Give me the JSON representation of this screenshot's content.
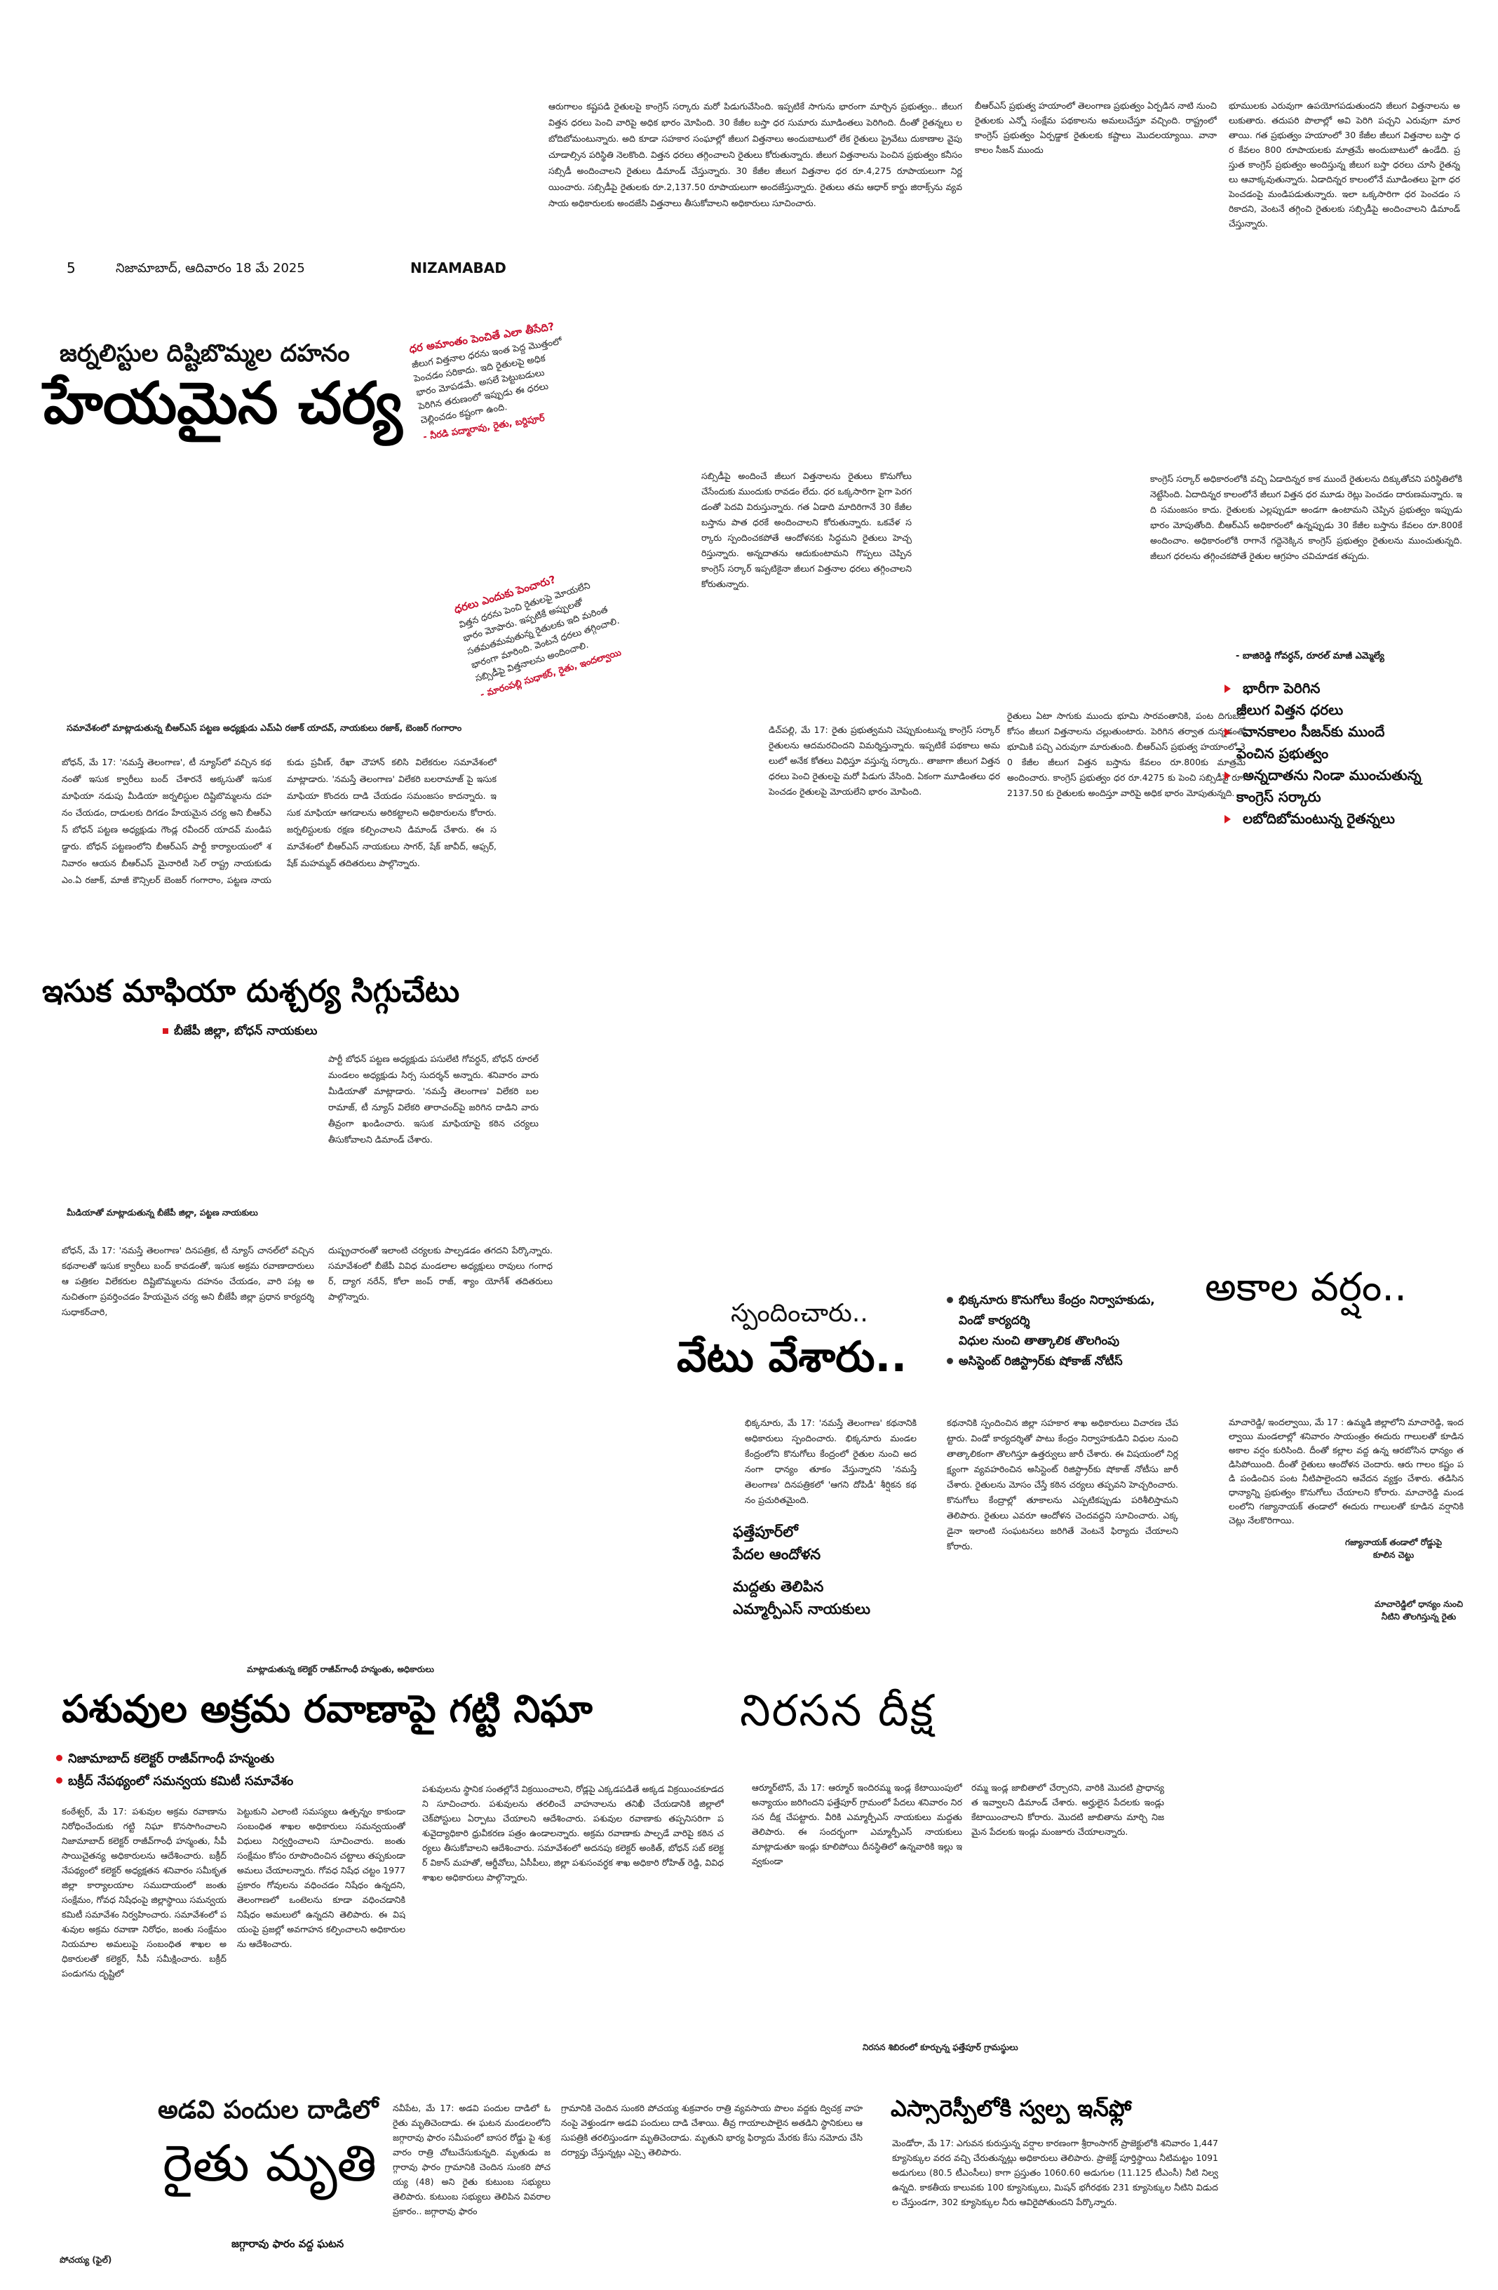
{
  "masthead": {
    "page_no": "5",
    "date": "నిజామాబాద్, ఆదివారం 18 మే 2025",
    "edition": "NIZAMABAD"
  },
  "top": {
    "col1": "ఆరుగాలం కష్టపడి రైతులపై కాంగ్రెస్ సర్కారు మరో పిడుగువేసింది. ఇప్పటికే సాగును భారంగా మార్చిన ప్రభుత్వం.. జీలుగ విత్తన ధరలు పెంచి వారిపై అధిక భారం మోపింది. 30 కేజీల బస్తా ధర సుమారు మూడింతలు పెరిగింది. దీంతో రైతన్నలు లబోదిబోమంటున్నారు. అది కూడా సహకార సంఘాల్లో జీలుగ విత్తనాలు అందుబాటులో లేక రైతులు ప్రైవేటు దుకాణాల వైపు చూడాల్సిన పరిస్థితి నెలకొంది. విత్తన ధరలు తగ్గించాలని రైతులు కోరుతున్నారు. జీలుగ విత్తనాలను పెంచిన ప్రభుత్వం కనీసం సబ్సిడీ అందించాలని రైతులు డిమాండ్ చేస్తున్నారు. 30 కేజీల జీలుగ విత్తనాల ధర రూ.4,275 రూపాయలుగా నిర్ణయించారు. సబ్సిడీపై రైతులకు రూ.2,137.50 రూపాయలుగా అందజేస్తున్నారు. రైతులు తమ ఆధార్ కార్డు జిరాక్స్‌ను వ్యవసాయ అధికారులకు అందజేసి విత్తనాలు తీసుకోవాలని అధికారులు సూచించారు.",
    "col2": "బీఆర్ఎస్ ప్రభుత్వ హయాంలో తెలంగాణ ప్రభుత్వం ఏర్పడిన నాటి నుంచి రైతులకు ఎన్నో సంక్షేమ పథకాలను అమలుచేస్తూ వచ్చింది. రాష్ట్రంలో కాంగ్రెస్ ప్రభుత్వం ఏర్పడ్డాక రైతులకు కష్టాలు మొదలయ్యాయి. వానా కాలం సీజన్ ముందు",
    "col3": "భూములకు ఎరువుగా ఉపయోగపడుతుందని జీలుగ విత్తనాలను అలుకుతారు. తదుపరి పొలాల్లో అవి పెరిగి పచ్చని ఎరువుగా మారతాయి. గత ప్రభుత్వం హయాంలో 30 కేజీల జీలుగ విత్తనాల బస్తా ధర కేవలం 800 రూపాయలకు మాత్రమే అందుబాటులో ఉండేది. ప్రస్తుత కాంగ్రెస్ ప్రభుత్వం అందిస్తున్న జీలుగ బస్తా ధరలు చూసి రైతన్నలు ఆవాక్కవుతున్నారు. ఏడాదిన్నర కాలంలోనే మూడింతలు పైగా ధర పెంచడంపై మండిపడుతున్నారు. ఇలా ఒక్కసారిగా ధర పెంచడం సరికాదని, వెంటనే తగ్గించి రైతులకు సబ్సిడీపై అందించాలని డిమాండ్ చేస్తున్నారు."
  },
  "dahanam": {
    "kicker": "జర్నలిస్టుల దిష్టిబొమ్మల దహనం",
    "headline": "హేయమైన చర్య",
    "photo_caption": "సమావేశంలో మాట్లాడుతున్న బీఆర్ఎస్ పట్టణ అధ్యక్షుడు ఎమ్‌ఏ రజాక్ యాదవ్, నాయకులు రజాక్, బెంజర్ గంగారాం",
    "body": "బోధన్, మే 17: 'నమస్తే తెలంగాణ', టీ న్యూస్‌లో వచ్చిన కథనంతో ఇసుక క్వారీలు బంద్ చేశారనే అక్కసుతో ఇసుక మాఫియా నడుపు మీడియా జర్నలిస్టుల దిష్టిబొమ్మలను దహనం చేయడం, దాడులకు దిగడం హేయమైన చర్య అని బీఆర్ఎస్ బోధన్ పట్టణ అధ్యక్షుడు గౌండ్ల రవీందర్ యాదవ్ మండిపడ్డారు. బోధన్ పట్టణంలోని బీఆర్ఎస్ పార్టీ కార్యాలయంలో శనివారం ఆయన బీఆర్ఎస్ మైనారిటీ సెల్ రాష్ట్ర నాయకుడు ఎం.ఏ రజాక్, మాజీ కౌన్సిలర్ బెంజర్ గంగారాం, పట్టణ నాయకుడు ప్రవీణ్, రేఖా చౌహాన్ కలిసి విలేకరుల సమావేశంలో మాట్లాడారు. 'నమస్తే తెలంగాణ' విలేకరి బలరామాజ్ పై ఇసుక మాఫియా కొందరు దాడి చేయడం సమంజసం కాదన్నారు. ఇసుక మాఫియా ఆగడాలను అరికట్టాలని అధికారులను కోరారు. జర్నలిస్టులకు రక్షణ కల్పించాలని డిమాండ్ చేశారు. ఈ సమావేశంలో బీఆర్ఎస్ నాయకులు సాగర్, షేక్ జావీద్, ఆఫ్సర్, షేక్ మహమ్మద్ తదితరులు పాల్గొన్నారు."
  },
  "quotes": [
    {
      "title": "ధర అమాంతం పెంచితే ఎలా తీసేది?",
      "text": "జీలుగ విత్తనాల ధరను ఇంత పెద్ద మొత్తంలో పెంచడం సరికాదు. ఇది రైతులపై అధిక భారం మోపడమే. అసలే పెట్టుబడులు పెరిగిన తరుణంలో ఇప్పుడు ఈ ధరలు చెల్లించడం కష్టంగా ఉంది.",
      "signature": "- నీరడి పద్మారావు, రైతు, బర్దిపూర్"
    },
    {
      "title": "ధరలు ఎందుకు పెంచారు?",
      "text": "విత్తన ధరను పెంచి రైతులపై మోయలేని భారం మోపారు. ఇప్పటికే అప్పులతో సతమతమవుతున్న రైతులకు ఇది మరింత భారంగా మారింది. వెంటనే ధరలు తగ్గించాలి. సబ్సిడీపై విత్తనాలను అందించాలి.",
      "signature": "- మారంపల్లి సుధాకర్, రైతు, ఇందల్వాయి"
    }
  ],
  "jeeluga": {
    "col_a": "సబ్సిడీపై అందించే జీలుగ విత్తనాలను రైతులు కొనుగోలు చేసేందుకు ముందుకు రావడం లేదు. ధర ఒక్కసారిగా పైగా పెరగడంతో పెదవి విరుస్తున్నారు. గత ఏడాది మాదిరిగానే 30 కేజీల బస్తాను పాత ధరకే అందించాలని కోరుతున్నారు. ఒకవేళ సర్కారు స్పందించకపోతే ఆందోళనకు సిద్ధమని రైతులు హెచ్చరిస్తున్నారు. అన్నదాతను ఆదుకుంటామని గొప్పలు చెప్పిన కాంగ్రెస్ సర్కార్ ఇప్పటికైనా జీలుగ విత్తనాల ధరలు తగ్గించాలని కోరుతున్నారు.",
    "col_b": "డిచ్‌పల్లి, మే 17: రైతు ప్రభుత్వమని చెప్పుకుంటున్న కాంగ్రెస్ సర్కార్ రైతులను ఆదమరచిందని విమర్శిస్తున్నారు. ఇప్పటికే పథకాలు అమలులో అనేక కోతలు విధిస్తూ వస్తున్న సర్కారు.. తాజాగా జీలుగ విత్తన ధరలు పెంచి రైతులపై మరో పిడుగు వేసింది. ఏకంగా మూడింతలు ధర పెంచడం రైతులపై మోయలేని భారం మోపింది.",
    "col_c": "రైతులు ఏటా సాగుకు ముందు భూమి సారవంతానికి, పంట దిగుబడి కోసం జీలుగ విత్తనాలను చల్లుతుంటారు. పెరిగిన తర్వాత దున్నడంతో భూమికి పచ్చి ఎరువుగా మారుతుంది. బీఆర్ఎస్ ప్రభుత్వ హయాంలో 30 కేజీల జీలుగ విత్తన బస్తాను కేవలం రూ.800కు మాత్రమే అందించారు. కాంగ్రెస్ ప్రభుత్వం ధర రూ.4275 కు పెంచి సబ్సిడీపై రూ.2137.50 కు రైతులకు అందిస్తూ వారిపై అధిక భారం మోపుతున్నది.",
    "col_d": "కాంగ్రెస్ సర్కార్ అధికారంలోకి వచ్చి ఏడాదిన్నర కాక ముందే రైతులను దిక్కుతోచని పరిస్థితిలోకి నెట్టేసింది. ఏదాదిన్నర కాలంలోనే జీలుగ విత్తన ధర మూడు రెట్లు పెంచడం దారుణమన్నారు. ఇది సమంజసం కాదు. రైతులకు ఎల్లప్పుడూ అండగా ఉంటామని చెప్పిన ప్రభుత్వం ఇప్పుడు భారం మోపుతోంది. బీఆర్ఎస్ అధికారంలో ఉన్నప్పుడు 30 కేజీల బస్తాను కేవలం రూ.800కే అందించాం. అధికారంలోకి రాగానే గద్దెనెక్కిన కాంగ్రెస్ ప్రభుత్వం రైతులను ముంచుతున్నది. జీలుగ ధరలను తగ్గించకపోతే రైతుల ఆగ్రహం చవిచూడక తప్పదు.",
    "signature": "- బాజిరెడ్డి గోవర్ధన్, రూరల్ మాజీ ఎమ్మెల్యే",
    "bullets": [
      "భారీగా పెరిగిన",
      "జీలుగ విత్తన ధరలు",
      "వానకాలం సీజన్‌కు ముందే",
      "పెంచిన ప్రభుత్వం",
      "అన్నదాతను నిండా ముంచుతున్న",
      "కాంగ్రెస్ సర్కారు",
      "లబోదిబోమంటున్న రైతన్నలు"
    ]
  },
  "isuka": {
    "headline": "ఇసుక మాఫియా దుశ్చర్య సిగ్గుచేటు",
    "sub": "బీజేపీ జిల్లా, బోధన్ నాయకులు",
    "col_right": "పార్టీ బోధన్ పట్టణ అధ్యక్షుడు పసులేటి గోవర్ధన్, బోధన్ రూరల్ మండలం అధ్యక్షుడు సిర్స సుదర్శన్ అన్నారు. శనివారం వారు మీడియాతో మాట్లాడారు. 'నమస్తే తెలంగాణ' విలేకరి బలరామాజ్, టీ న్యూస్ విలేకరి తారాచంద్‌పై జరిగిన దాడిని వారు తీవ్రంగా ఖండించారు. ఇసుక మాఫియాపై కఠిన చర్యలు తీసుకోవాలని డిమాండ్ చేశారు.",
    "caption": "మీడియాతో మాట్లాడుతున్న బీజేపీ జిల్లా, పట్టణ నాయకులు",
    "col_left": "బోధన్, మే 17: 'నమస్తే తెలంగాణ' దినపత్రిక, టీ న్యూస్ చానల్‌లో వచ్చిన కథనాలతో ఇసుక క్వారీలు బంద్ కావడంతో, ఇసుక అక్రమ రవాణాదారులు ఆ పత్రికల విలేకరుల దిష్టిబొమ్మలను దహనం చేయడం, వారి పట్ల అనుచితంగా ప్రవర్తించడం హేయమైన చర్య అని బీజేపీ జిల్లా ప్రధాన కార్యదర్శి సుధాకర్‌చారి,",
    "col_mid": "దుష్ప్రచారంతో ఇలాంటి చర్యలకు పాల్పడడం తగదని పేర్కొన్నారు. సమావేశంలో బీజేపీ వివిధ మండలాల అధ్యక్షులు రావులు గంగాధర్, ద్యాగ నరేన్, కోలా జంప్ రాజ్, శ్యాం యోగేశ్ తదితరులు పాల్గొన్నారు."
  },
  "vetu": {
    "kicker": "స్పందించారు..",
    "headline": "వేటు వేశారు..",
    "bullets": [
      "భిక్కనూరు కొనుగోలు కేంద్రం నిర్వాహకుడు, విండో కార్యదర్శి",
      "విధుల నుంచి తాత్కాలిక తొలగింపు",
      "అసిస్టెంట్ రిజిస్ట్రార్‌కు షోకాజ్ నోటీస్"
    ],
    "col_left": "భిక్కనూరు, మే 17: 'నమస్తే తెలంగాణ' కథనానికి అధికారులు స్పందించారు. భిక్కనూరు మండల కేంద్రంలోని కొనుగోలు కేంద్రంలో రైతుల నుంచి అదనంగా ధాన్యం తూకం వేస్తున్నారని 'నమస్తే తెలంగాణ' దినపత్రికలో 'ఆగని దోపిడీ' శీర్షికన కథనం ప్రచురితమైంది.",
    "col_right": "కథనానికి స్పందించిన జిల్లా సహకార శాఖ అధికారులు విచారణ చేపట్టారు. విండో కార్యదర్శితో పాటు కేంద్రం నిర్వాహకుడిని విధుల నుంచి తాత్కాలికంగా తొలగిస్తూ ఉత్తర్వులు జారీ చేశారు. ఈ విషయంలో నిర్లక్ష్యంగా వ్యవహరించిన అసిస్టెంట్ రిజిస్ట్రార్‌కు షోకాజ్ నోటీసు జారీ చేశారు. రైతులను మోసం చేస్తే కఠిన చర్యలు తప్పవని హెచ్చరించారు. కొనుగోలు కేంద్రాల్లో తూకాలను ఎప్పటికప్పుడు పరిశీలిస్తామని తెలిపారు. రైతులు ఎవరూ ఆందోళన చెందవద్దని సూచించారు. ఎక్కడైనా ఇలాంటి సంఘటనలు జరిగితే వెంటనే ఫిర్యాదు చేయాలని కోరారు."
  },
  "side_story": {
    "title_lines": [
      "ఫత్తేపూర్‌లో",
      "పేదల ఆందోళన",
      "మద్దతు తెలిపిన",
      "ఎమ్మార్పీఎస్ నాయకులు"
    ]
  },
  "akala": {
    "headline": "అకాల వర్షం..",
    "body": "మాచారెడ్డి/ ఇందల్వాయి, మే 17 : ఉమ్మడి జిల్లాలోని మాచారెడ్డి, ఇందల్వాయి మండలాల్లో శనివారం సాయంత్రం ఈదురు గాలులతో కూడిన అకాల వర్షం కురిసింది. దీంతో కల్లాల వద్ద ఉన్న ఆరబోసిన ధాన్యం తడిసిపోయింది. దీంతో రైతులు ఆందోళన చెందారు. ఆరు గాలం కష్టం పడి పండించిన పంట నీటిపాలైందని ఆవేదన వ్యక్తం చేశారు. తడిసిన ధాన్యాన్ని ప్రభుత్వం కొనుగోలు చేయాలని కోరారు. మాచారెడ్డి మండలంలోని గజ్యానాయక్ తండాలో ఈదురు గాలులతో కూడిన వర్షానికి చెట్లు నేలకొరిగాయి.",
    "caption1": "గజ్యానాయక్ తండాలో రోడ్డుపై కూలిన చెట్టు",
    "caption2": "మాచారెడ్డిలో ధాన్యం నుంచి నీటిని తొలగిస్తున్న రైతు"
  },
  "pashuvula": {
    "caption": "మాట్లాడుతున్న కలెక్టర్ రాజీవ్‌గాంధీ హన్మంతు, అధికారులు",
    "headline": "పశువుల అక్రమ రవాణాపై గట్టి నిఘా",
    "bullets": [
      "నిజామాబాద్ కలెక్టర్ రాజీవ్‌గాంధీ హన్మంతు",
      "బక్రీద్ నేపథ్యంలో సమన్వయ కమిటీ సమావేశం"
    ],
    "col1": "కంఠేశ్వర్, మే 17: పశువుల అక్రమ రవాణాను నిరోధించేందుకు గట్టి నిఘా కొనసాగించాలని నిజామాబాద్ కలెక్టర్ రాజీవ్‌గాంధీ హన్మంతు, సీపీ సాయిచైతన్య అధికారులను ఆదేశించారు. బక్రీద్ నేపథ్యంలో కలెక్టర్ అధ్యక్షతన శనివారం సమీకృత జిల్లా కార్యాలయాల సముదాయంలో జంతు సంక్షేమం, గోవధ నిషేధంపై జిల్లాస్థాయి సమన్వయ కమిటీ సమావేశం నిర్వహించారు. సమావేశంలో పశువుల అక్రమ రవాణా నిరోధం, జంతు సంక్షేమం నియమాల అమలుపై సంబంధిత శాఖల అధికారులతో కలెక్టర్, సీపీ సమీక్షించారు. బక్రీద్ పండుగను దృష్టిలో",
    "col2": "పెట్టుకుని ఎలాంటి సమస్యలు ఉత్పన్నం కాకుండా సంబంధిత శాఖల అధికారులు సమన్వయంతో విధులు నిర్వర్తించాలని సూచించారు. జంతు సంక్షేమం కోసం రూపొందించిన చట్టాలు తప్పకుండా అమలు చేయాలన్నారు. గోవధ నిషేధ చట్టం 1977 ప్రకారం గోవులను వధించడం నిషేధం ఉన్నదని, తెలంగాణలో ఒంటెలను కూడా వధించడానికి నిషేధం అమలులో ఉన్నదని తెలిపారు. ఈ విషయంపై ప్రజల్లో అవగాహన కల్పించాలని అధికారులను ఆదేశించారు.",
    "col3": "పశువులను స్థానిక సంతల్లోనే విక్రయించాలని, రోడ్లపై ఎక్కడపడితే అక్కడ విక్రయించకూడదని సూచించారు. పశువులను తరలించే వాహనాలను తనిఖీ చేయడానికి జిల్లాలో చెక్‌పోస్టులు ఏర్పాటు చేయాలని ఆదేశించారు. పశువుల రవాణాకు తప్పనిసరిగా పశువైద్యాధికారి ధ్రువీకరణ పత్రం ఉండాలన్నారు. అక్రమ రవాణాకు పాల్పడే వారిపై కఠిన చర్యలు తీసుకోవాలని ఆదేశించారు. సమావేశంలో అదనపు కలెక్టర్ అంకిత్, బోధన్ సబ్ కలెక్టర్ వికాస్ మహతో, ఆర్డీవోలు, ఏసీపీలు, జిల్లా పశుసంవర్ధక శాఖ అధికారి రోహిత్ రెడ్డి, వివిధ శాఖల అధికారులు పాల్గొన్నారు."
  },
  "nirasana": {
    "headline": "నిరసన దీక్ష",
    "col1": "ఆర్మూర్‌టౌన్, మే 17: ఆర్మూర్ ఇందిరమ్మ ఇండ్ల కేటాయింపులో అన్యాయం జరిగిందని ఫత్తేపూర్ గ్రామంలో పేదలు శనివారం నిరసన దీక్ష చేపట్టారు. వీరికి ఎమ్మార్పీఎస్ నాయకులు మద్దతు తెలిపారు. ఈ సందర్భంగా ఎమ్మార్పీఎస్ నాయకులు మాట్లాడుతూ ఇండ్లు కూలిపోయి దీనస్థితిలో ఉన్నవారికి ఇల్లు ఇవ్వకుండా",
    "col2": "రమ్మ ఇండ్ల జాబితాలో చేర్చారని, వారికి మొదటి ప్రాధాన్యత ఇవ్వాలని డిమాండ్ చేశారు. అర్హులైన పేదలకు ఇండ్లు కేటాయించాలని కోరారు. మొదటి జాబితాను మార్చి నిజమైన పేదలకు ఇండ్లు మంజూరు చేయాలన్నారు.",
    "caption": "నిరసన శిబిరంలో కూర్చున్న ఫత్తేపూర్ గ్రామస్థులు"
  },
  "adavi": {
    "kicker": "అడవి పందుల దాడిలో",
    "headline": "రైతు మృతి",
    "sub": "జగ్గారావు ఫారం వద్ద ఘటన",
    "photo_caption": "పోచయ్య (ఫైల్)",
    "col1": "నవీపేట, మే 17: అడవి పందుల దాడిలో ఓ రైతు మృతిచెందాడు. ఈ ఘటన మండలంలోని జగ్గారావు ఫారం సమీపంలో బాసర రోడ్డు పై శుక్రవారం రాత్రి చోటుచేసుకున్నది. మృతుడు జగ్గారావు ఫారం గ్రామానికి చెందిన సుంకరి పోచయ్య (48) అని రైతు కుటుంబ సభ్యులు తెలిపారు. కుటుంబ సభ్యులు తెలిపిన వివరాల ప్రకారం.. జగ్గారావు ఫారం",
    "col2": "గ్రామానికి చెందిన సుంకరి పోచయ్య శుక్రవారం రాత్రి వ్యవసాయ పొలం వద్దకు ద్విచక్ర వాహనంపై వెళ్తుండగా అడవి పందులు దాడి చేశాయి. తీవ్ర గాయాలపాలైన అతడిని స్థానికులు ఆసుపత్రికి తరలిస్తుండగా మృతిచెందాడు. మృతుని భార్య ఫిర్యాదు మేరకు కేసు నమోదు చేసి దర్యాప్తు చేస్తున్నట్లు ఎస్సై తెలిపారు."
  },
  "ssc": {
    "headline": "ఎస్సారెస్పీలోకి స్వల్ప ఇన్‌ఫ్లో",
    "body": "మెండోరా, మే 17: ఎగువన కురుస్తున్న వర్షాల కారణంగా శ్రీరాంసాగర్ ప్రాజెక్టులోకి శనివారం 1,447 క్యూసెక్కుల వరద వచ్చి చేరుతున్నట్లు అధికారులు తెలిపారు. ప్రాజెక్ట్ పూర్తిస్థాయి నీటిమట్టం 1091 అడుగులు (80.5 టీఎంసీలు) కాగా ప్రస్తుతం 1060.60 అడుగుల (11.125 టీఎంసీ) నీటి నిల్వ ఉన్నది. కాకతీయ కాలువకు 100 క్యూసెక్కులు, మిషన్ భగీరథకు 231 క్యూసెక్కుల నీటిని విడుదల చేస్తుండగా, 302 క్యూసెక్కుల నీరు ఆవిరైపోతుందని పేర్కొన్నారు."
  }
}
